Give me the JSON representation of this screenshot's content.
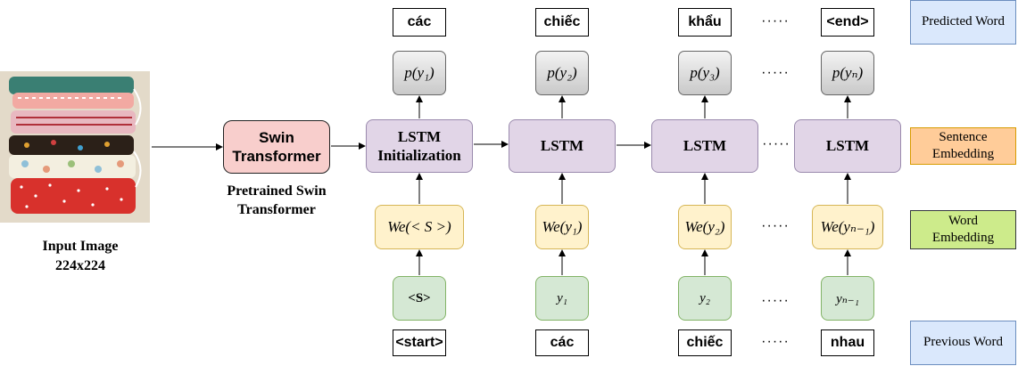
{
  "legend": {
    "predicted_word": "Predicted Word",
    "sentence_embedding": "Sentence Embedding",
    "word_embedding": "Word Embedding",
    "previous_word": "Previous Word",
    "colors": {
      "predicted_word": "#dae8fc",
      "sentence_embedding": "#ffcc99",
      "word_embedding": "#cdeb8b",
      "previous_word": "#dae8fc"
    }
  },
  "input": {
    "caption_line1": "Input Image",
    "caption_line2": "224x224"
  },
  "encoder": {
    "label": "Swin Transformer",
    "caption": "Pretrained Swin Transformer",
    "color": "#f8cecc"
  },
  "ellipsis": "·····",
  "columns": [
    {
      "predicted": "các",
      "prob": "p(y₁)",
      "lstm": "LSTM Initialization",
      "embed": "We(< S >)",
      "input": "<S>",
      "previous": "<start>"
    },
    {
      "predicted": "chiếc",
      "prob": "p(y₂)",
      "lstm": "LSTM",
      "embed": "We(y₁)",
      "input": "y₁",
      "previous": "các"
    },
    {
      "predicted": "khẩu",
      "prob": "p(y₃)",
      "lstm": "LSTM",
      "embed": "We(y₂)",
      "input": "y₂",
      "previous": "chiếc"
    },
    {
      "predicted": "<end>",
      "prob": "p(yₙ)",
      "lstm": "LSTM",
      "embed": "We(yₙ₋₁)",
      "input": "yₙ₋₁",
      "previous": "nhau"
    }
  ]
}
